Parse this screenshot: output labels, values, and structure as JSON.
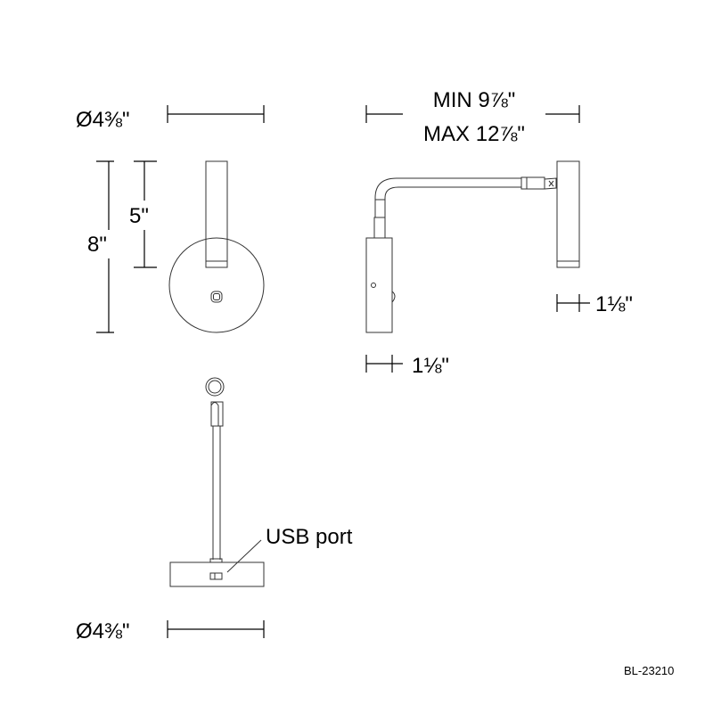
{
  "dimensions": {
    "front_diameter": "Ø4⅜\"",
    "overall_height": "8\"",
    "shade_height": "5\"",
    "extension_min": "MIN 9⅞\"",
    "extension_max": "MAX 12⅞\"",
    "shade_width": "1⅛\"",
    "base_depth": "1⅛\"",
    "bottom_diameter": "Ø4⅜\""
  },
  "callouts": {
    "usb": "USB port"
  },
  "model_number": "BL-23210"
}
